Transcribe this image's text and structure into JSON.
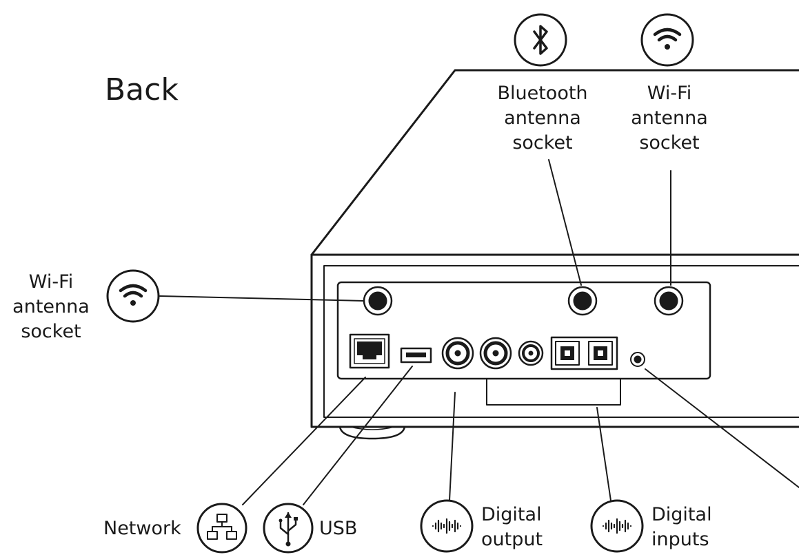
{
  "title": "Back",
  "labels": {
    "wifi_left": [
      "Wi-Fi",
      "antenna",
      "socket"
    ],
    "bluetooth": [
      "Bluetooth",
      "antenna",
      "socket"
    ],
    "wifi_top": [
      "Wi-Fi",
      "antenna",
      "socket"
    ],
    "network": "Network",
    "usb": "USB",
    "digital_output": [
      "Digital",
      "output"
    ],
    "digital_inputs": [
      "Digital",
      "inputs"
    ]
  },
  "icons": {
    "bluetooth": "bluetooth-icon",
    "wifi": "wifi-icon",
    "network": "network-icon",
    "usb": "usb-icon",
    "digital": "digital-audio-icon"
  },
  "colors": {
    "ink": "#1a1a1a",
    "background": "#ffffff"
  }
}
